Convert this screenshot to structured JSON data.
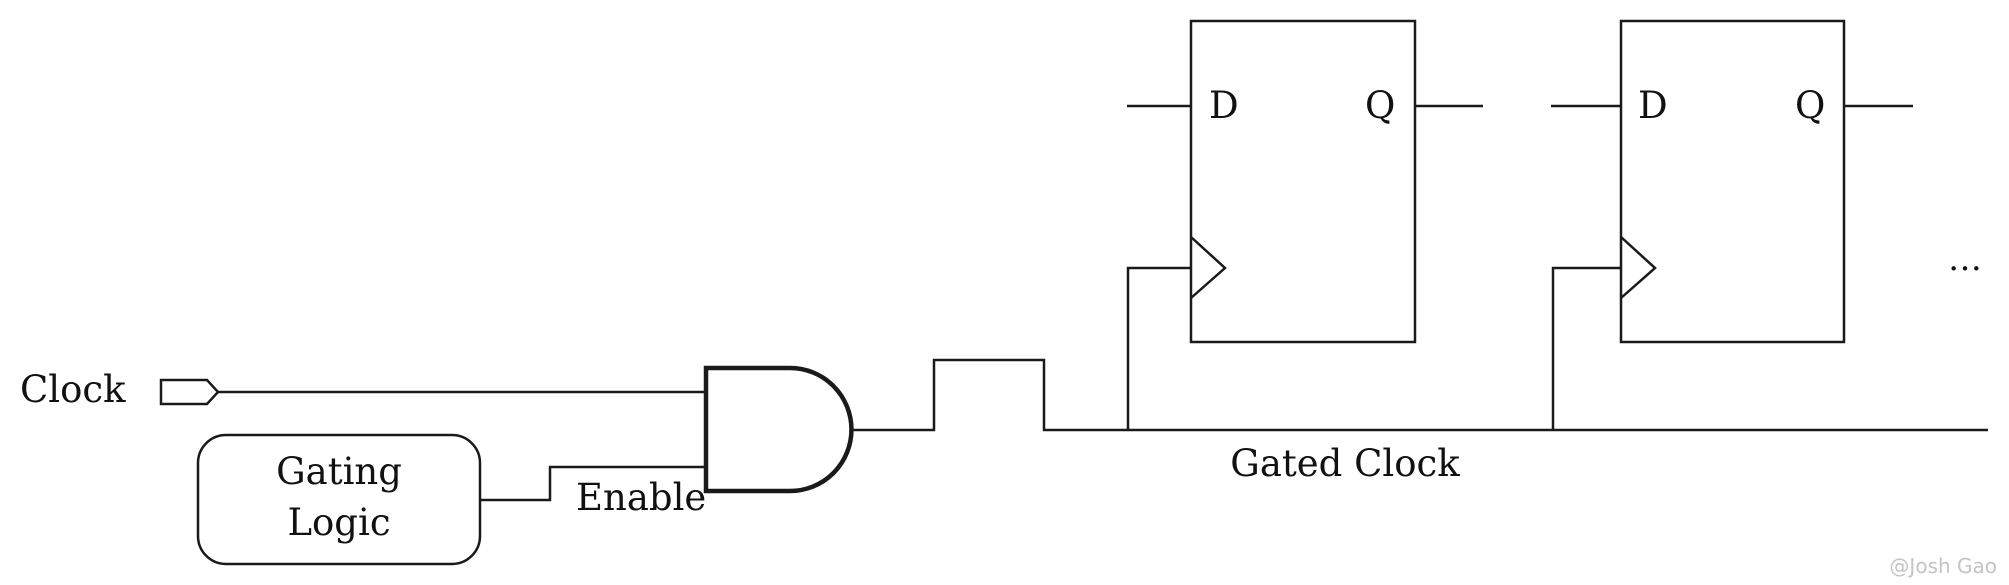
{
  "labels": {
    "clock": "Clock",
    "gating_logic_line1": "Gating",
    "gating_logic_line2": "Logic",
    "enable": "Enable",
    "gated_clock": "Gated Clock",
    "ff1_d": "D",
    "ff1_q": "Q",
    "ff2_d": "D",
    "ff2_q": "Q",
    "ellipsis": "…"
  },
  "watermark": "@Josh Gao",
  "colors": {
    "line": "#1a1a1a",
    "text": "#111111",
    "watermark": "#c4c4c4",
    "background": "#ffffff"
  }
}
